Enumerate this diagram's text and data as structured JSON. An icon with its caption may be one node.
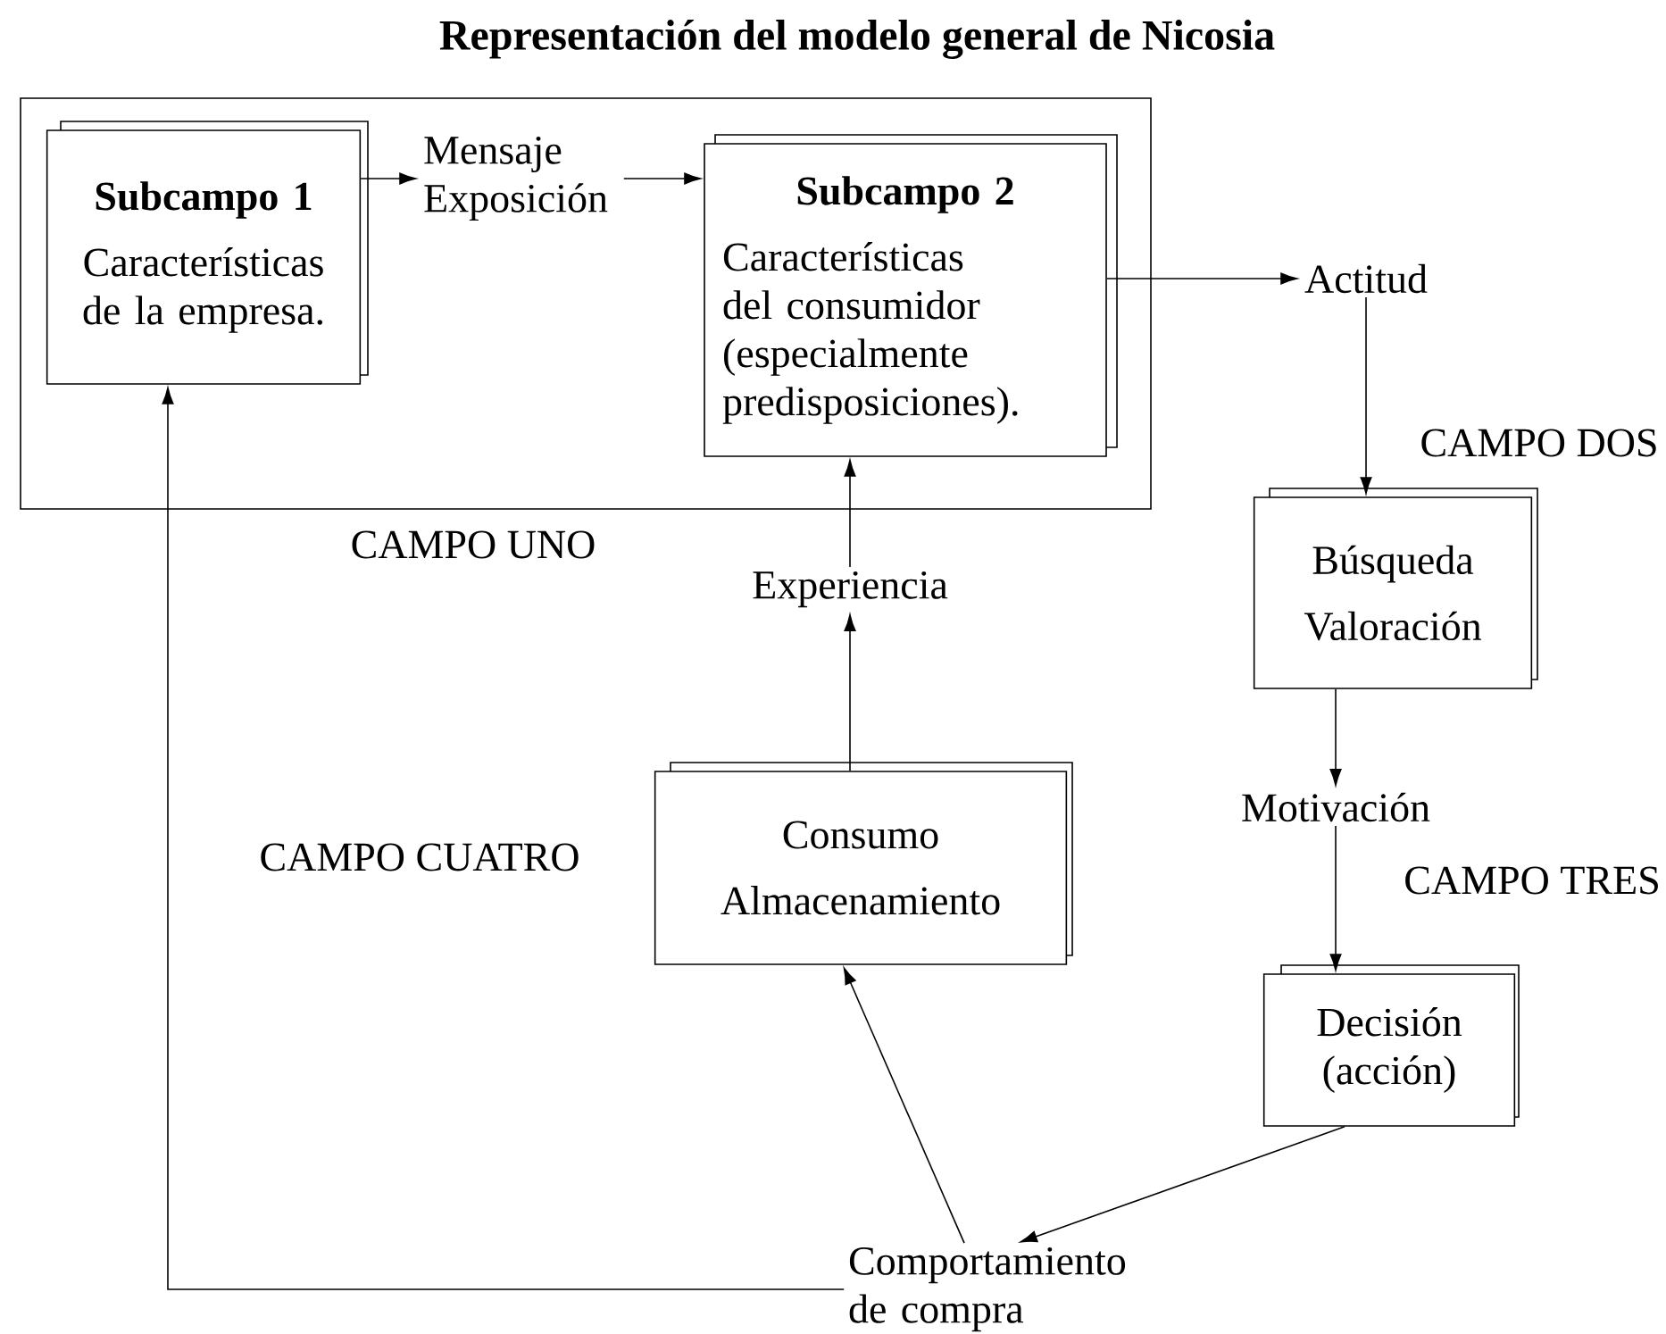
{
  "diagram": {
    "title": "Representación del modelo general de Nicosia",
    "nodes": [
      {
        "text": [
          "CAMPO UNO"
        ]
      },
      {
        "text": [
          "Subcampo 1",
          "Características de la empresa."
        ],
        "in": 0
      },
      {
        "text": [
          "Mensaje Exposición"
        ],
        "in": 0
      },
      {
        "text": [
          "Subcampo 2",
          "Características del consumidor (especialmente predisposiciones)."
        ],
        "in": 0
      },
      {
        "text": [
          "Actitud"
        ]
      },
      {
        "text": [
          "Búsqueda",
          "Valoración"
        ]
      },
      {
        "text": [
          "Motivación"
        ]
      },
      {
        "text": [
          "Decisión (acción)"
        ]
      },
      {
        "text": [
          "Comportamiento de compra"
        ]
      },
      {
        "text": [
          "Consumo",
          "Almacenamiento"
        ]
      },
      {
        "text": [
          "Experiencia"
        ]
      }
    ],
    "edges": [
      {
        "from": 1,
        "to": 2,
        "arrow": "to"
      },
      {
        "from": 2,
        "to": 3,
        "arrow": "to"
      },
      {
        "from": 3,
        "to": 4,
        "arrow": "to"
      },
      {
        "from": 4,
        "to": 5,
        "arrow": "to"
      },
      {
        "from": 5,
        "to": 6,
        "arrow": "to"
      },
      {
        "from": 6,
        "to": 7,
        "arrow": "to"
      },
      {
        "from": 7,
        "to": 8,
        "arrow": "to"
      },
      {
        "from": 8,
        "to": 9,
        "arrow": "to"
      },
      {
        "from": 9,
        "to": 10,
        "arrow": "to"
      },
      {
        "from": 10,
        "to": 3,
        "arrow": "to"
      },
      {
        "from": 8,
        "to": 1,
        "arrow": "to"
      }
    ],
    "labels": [
      "CAMPO DOS",
      "CAMPO TRES",
      "CAMPO CUATRO"
    ]
  }
}
